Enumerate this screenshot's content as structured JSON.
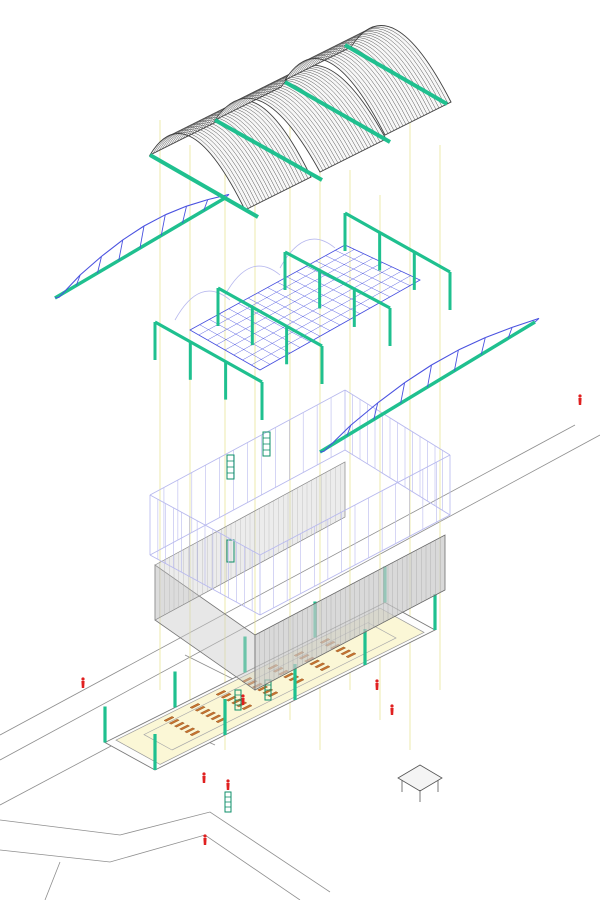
{
  "diagram": {
    "kind": "exploded-axonometric",
    "layers": [
      {
        "name": "vaulted-roof",
        "vault_count": 3
      },
      {
        "name": "roof-trusses-left"
      },
      {
        "name": "roof-trusses-right"
      },
      {
        "name": "roof-structure-grid"
      },
      {
        "name": "upper-wall-frame"
      },
      {
        "name": "translucent-wall-band"
      },
      {
        "name": "ground-floor-plan"
      }
    ],
    "ground_floor": {
      "desk_rows": 6,
      "desks_per_row": 7
    },
    "colors": {
      "structure": "#1fc08f",
      "structure_dark": "#0e8f69",
      "truss": "#4a52e0",
      "frame": "#b8b9ee",
      "guide": "#e6e28a",
      "roof_line": "#3f3f3f",
      "wall_band": "#c9c9c9",
      "floor_fill": "#fbf7d6",
      "furniture": "#c8732f",
      "figure": "#e02020",
      "ground_line": "#8f8f8f"
    }
  }
}
